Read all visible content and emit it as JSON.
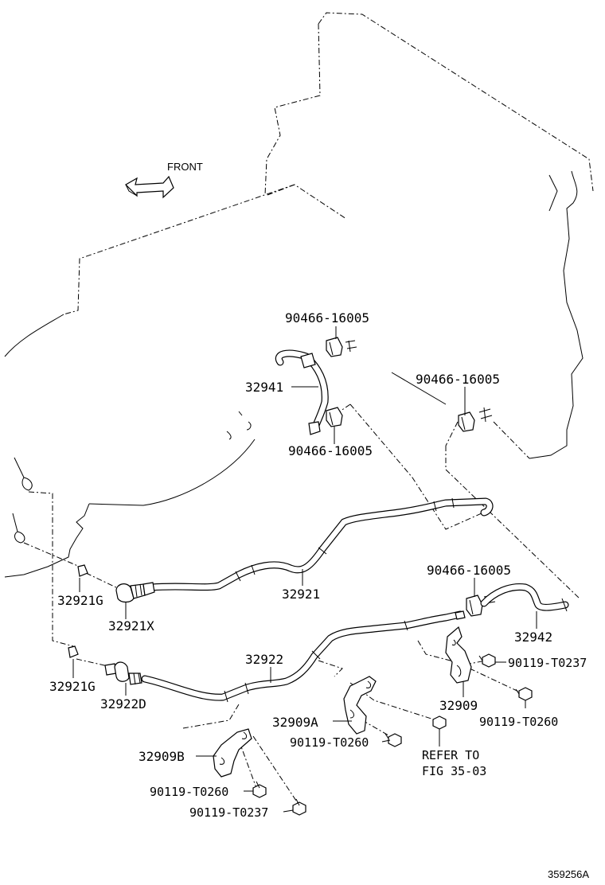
{
  "front_label": "FRONT",
  "diagram_id": "359256A",
  "labels": {
    "clamp_top": "90466-16005",
    "clamp_mid": "90466-16005",
    "clamp_right": "90466-16005",
    "clamp_lower_right": "90466-16005",
    "hose_32941": "32941",
    "tube_32921": "32921",
    "gasket_32921g_a": "32921G",
    "union_32921x": "32921X",
    "gasket_32921g_b": "32921G",
    "union_32922d": "32922D",
    "tube_32922": "32922",
    "hose_32942": "32942",
    "bolt_t0237_right": "90119-T0237",
    "bracket_32909": "32909",
    "bolt_t0260_right": "90119-T0260",
    "bracket_32909a": "32909A",
    "bolt_t0260_mid": "90119-T0260",
    "refer_line1": "REFER TO",
    "refer_line2": "FIG 35-03",
    "bracket_32909b": "32909B",
    "bolt_t0260_left": "90119-T0260",
    "bolt_t0237_left": "90119-T0237"
  }
}
